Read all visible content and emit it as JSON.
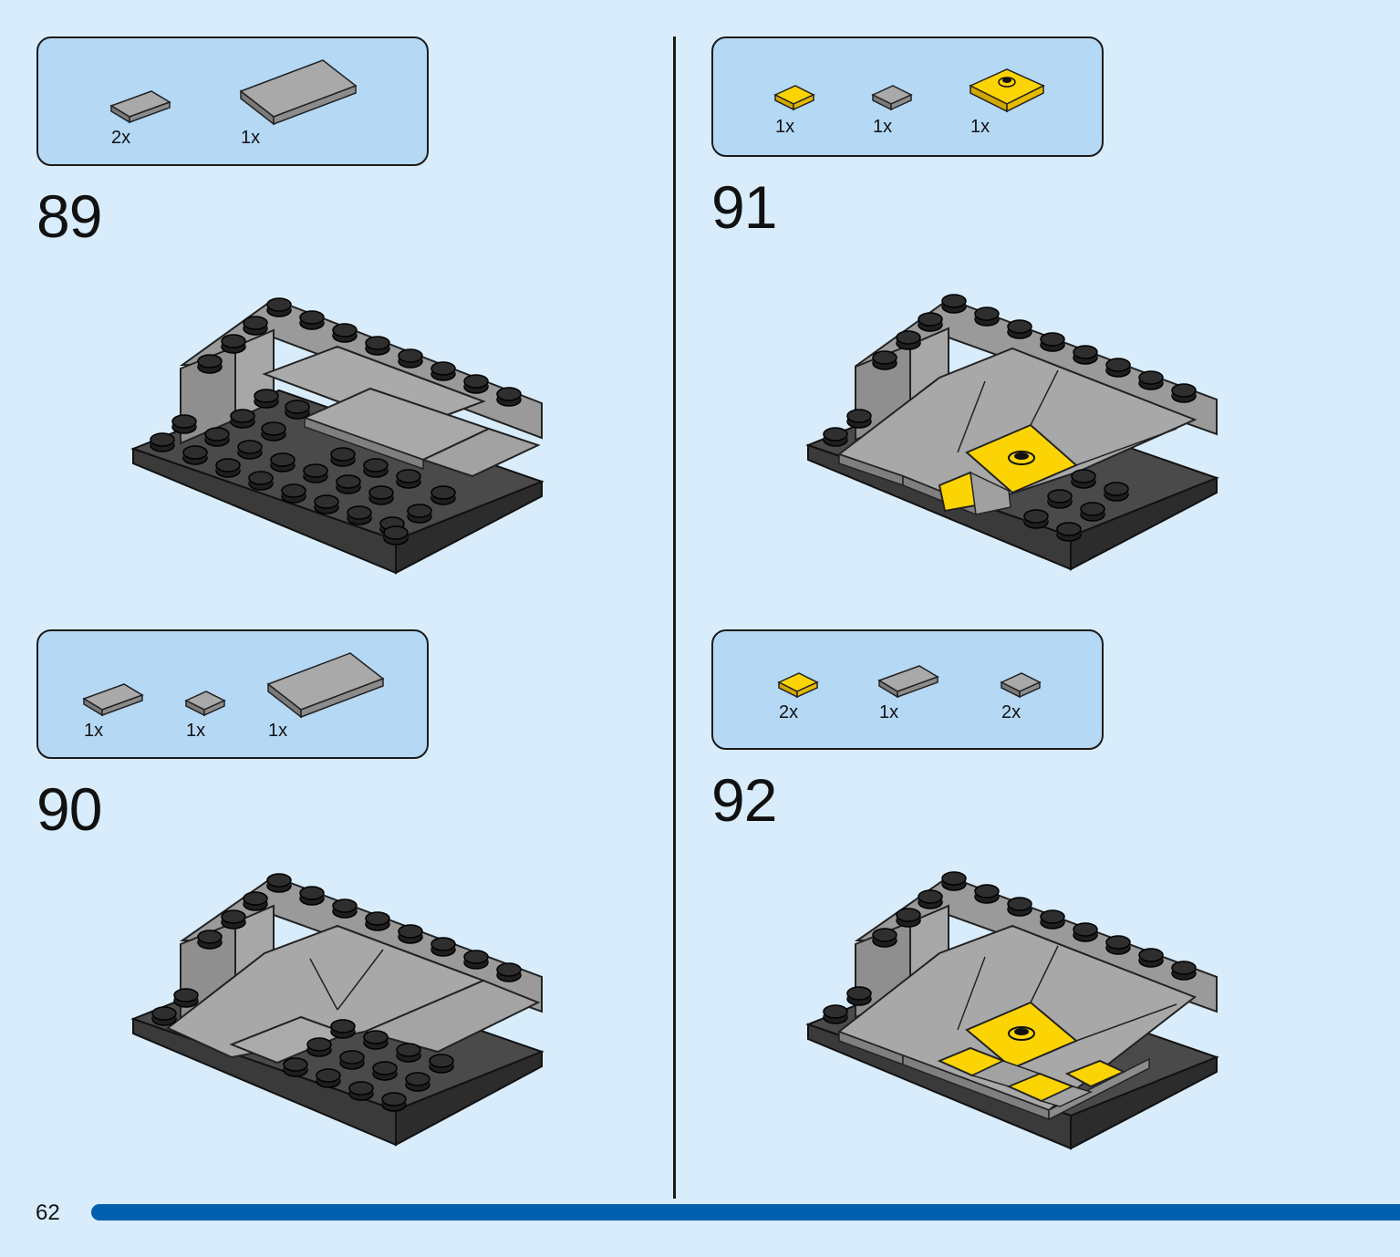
{
  "page": {
    "number": "62",
    "progress_color": "#0060ad"
  },
  "colors": {
    "background": "#d8ecfb",
    "parts_box": "#b5d8f5",
    "grey": "#a3a3a3",
    "dark": "#3d3d3d",
    "yellow": "#fcd404"
  },
  "steps": [
    {
      "number": "89",
      "parts": [
        {
          "icon": "tile-1x2-grey-icon",
          "qty": "2x"
        },
        {
          "icon": "tile-2x4-grey-icon",
          "qty": "1x"
        }
      ]
    },
    {
      "number": "90",
      "parts": [
        {
          "icon": "tile-1x2-grey-icon",
          "qty": "1x"
        },
        {
          "icon": "tile-1x1-grey-icon",
          "qty": "1x"
        },
        {
          "icon": "tile-2x4-grey-icon",
          "qty": "1x"
        }
      ]
    },
    {
      "number": "91",
      "parts": [
        {
          "icon": "tile-1x1-yellow-icon",
          "qty": "1x"
        },
        {
          "icon": "tile-1x1-grey-icon",
          "qty": "1x"
        },
        {
          "icon": "jumper-plate-2x2-yellow-icon",
          "qty": "1x"
        }
      ]
    },
    {
      "number": "92",
      "parts": [
        {
          "icon": "tile-1x1-yellow-icon",
          "qty": "2x"
        },
        {
          "icon": "tile-1x2-grey-icon",
          "qty": "1x"
        },
        {
          "icon": "tile-1x1-grey-icon",
          "qty": "2x"
        }
      ]
    }
  ]
}
